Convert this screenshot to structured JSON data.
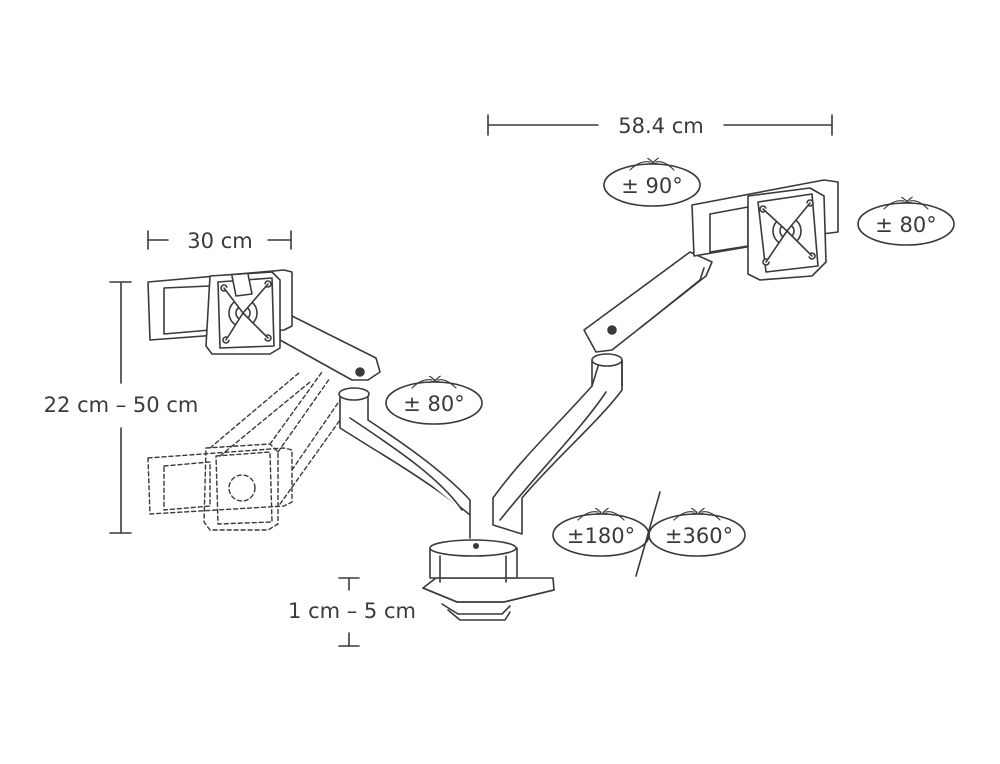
{
  "colors": {
    "line": "#3a3a3a",
    "arm_fill": "#ffffff",
    "background": "#ffffff"
  },
  "dimensions": {
    "arm_span": "58.4 cm",
    "bracket_width": "30 cm",
    "height_range": "22 cm – 50 cm",
    "desk_clamp_range": "1 cm – 5 cm"
  },
  "rotations": {
    "right_swivel": "± 90°",
    "right_tilt": "± 80°",
    "left_tilt": "± 80°",
    "base_left": "±180°",
    "base_right": "±360°"
  },
  "icons": [
    "monitor-bracket-icon",
    "rotation-arrow-icon",
    "desk-clamp-icon"
  ]
}
